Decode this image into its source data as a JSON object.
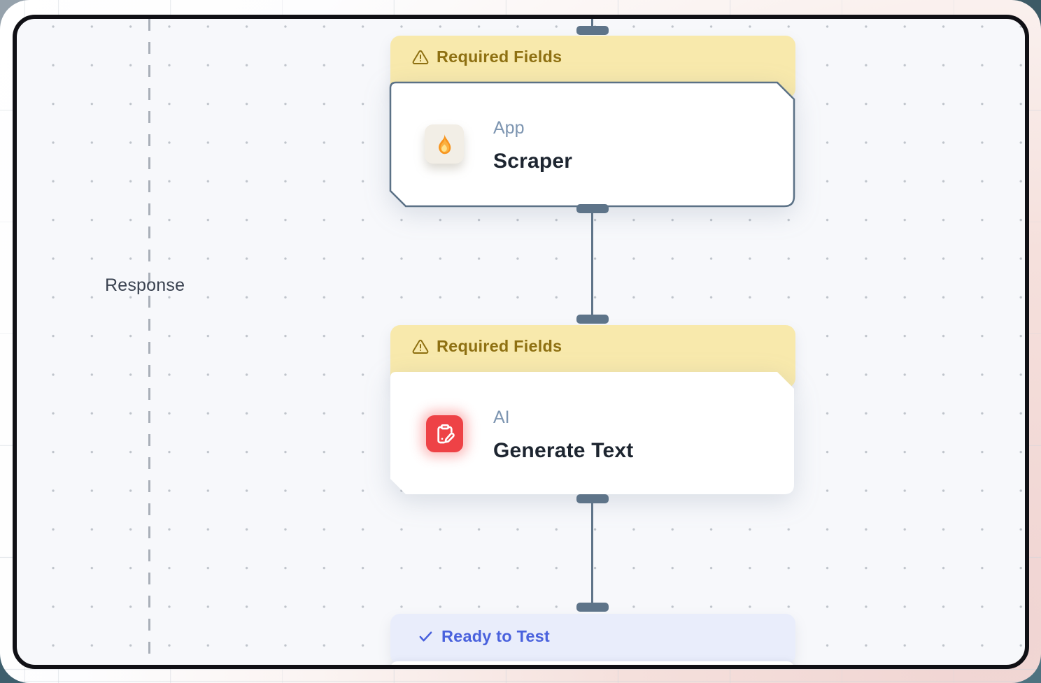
{
  "canvas": {
    "response_label": "Response"
  },
  "nodes": [
    {
      "id": "scraper",
      "banner": {
        "icon": "warning-triangle-icon",
        "label": "Required Fields"
      },
      "category": "App",
      "title": "Scraper",
      "icon": "fire-icon",
      "selected": true
    },
    {
      "id": "generate-text",
      "banner": {
        "icon": "warning-triangle-icon",
        "label": "Required Fields"
      },
      "category": "AI",
      "title": "Generate Text",
      "icon": "clipboard-edit-icon",
      "selected": false
    },
    {
      "id": "next-step",
      "banner": {
        "icon": "check-icon",
        "label": "Ready to Test"
      },
      "selected": false
    }
  ],
  "colors": {
    "warning_banner_bg": "#f8e9ac",
    "warning_banner_text": "#8e7012",
    "ready_banner_bg": "#e9edfb",
    "ready_banner_text": "#4961dd",
    "connector": "#5e7489",
    "selected_border": "#5b7186",
    "category_text": "#7d95b1",
    "title_text": "#1d2530",
    "ai_icon_bg": "#ee4246",
    "canvas_bg": "#f7f8fb",
    "frame_border": "#101015"
  }
}
